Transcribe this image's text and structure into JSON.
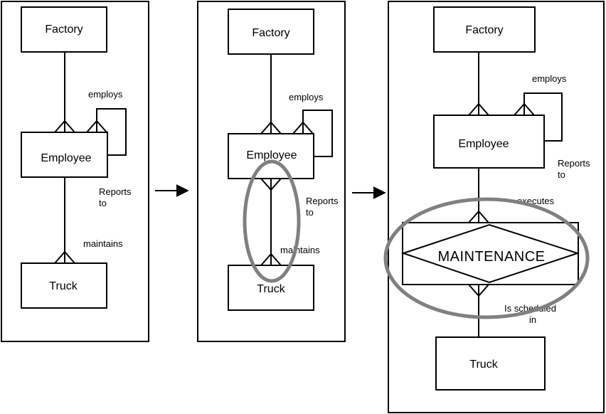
{
  "panel1": {
    "factory": "Factory",
    "employee": "Employee",
    "truck": "Truck",
    "employs": "employs",
    "reports_1": "Reports",
    "reports_2": "to",
    "maintains": "maintains"
  },
  "panel2": {
    "factory": "Factory",
    "employee": "Employee",
    "truck": "Truck",
    "employs": "employs",
    "reports_1": "Reports",
    "reports_2": "to",
    "maintains": "maintains"
  },
  "panel3": {
    "factory": "Factory",
    "employee": "Employee",
    "truck": "Truck",
    "employs": "employs",
    "reports_1": "Reports",
    "reports_2": "to",
    "executes": "executes",
    "maintenance": "MAINTENANCE",
    "scheduled_1": "Is scheduled",
    "scheduled_2": "in"
  },
  "colors": {
    "outline": "#000000",
    "highlight": "#808080",
    "background": "#ffffff"
  }
}
